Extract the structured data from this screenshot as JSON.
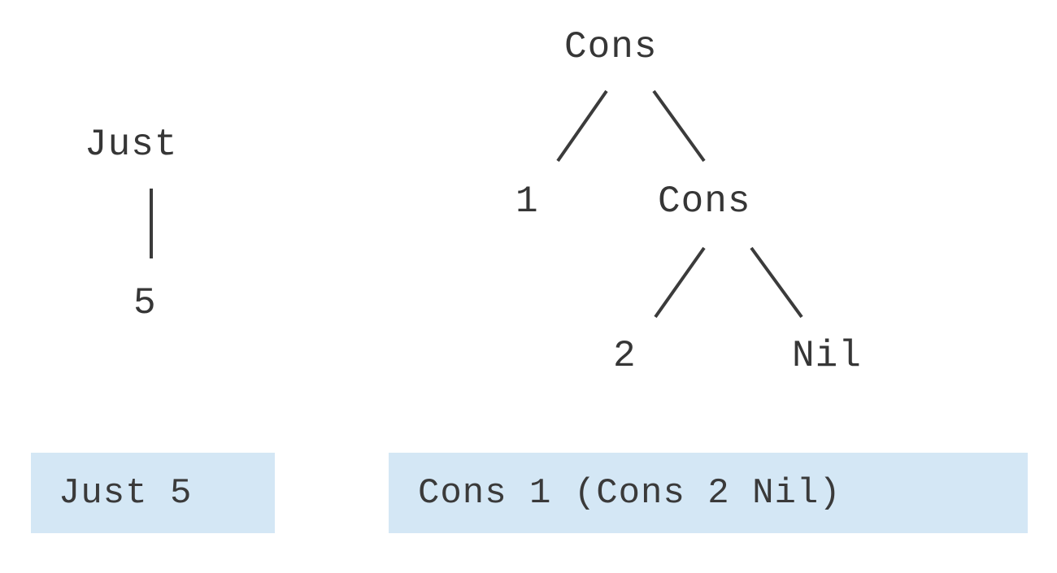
{
  "figure": {
    "background_color": "#ffffff",
    "text_color": "#363636",
    "edge_color": "#3b3b3b",
    "highlight_color": "#d4e7f5"
  },
  "trees": [
    {
      "id": "maybe-tree",
      "name": "maybe-value-tree",
      "root": "Just",
      "nodes": [
        {
          "id": "just",
          "label": "Just",
          "level": 0
        },
        {
          "id": "five",
          "label": "5",
          "level": 1
        }
      ],
      "edges": [
        {
          "from": "just",
          "to": "five",
          "style": "vertical"
        }
      ]
    },
    {
      "id": "list-tree",
      "name": "cons-list-tree",
      "root": "Cons",
      "nodes": [
        {
          "id": "cons-root",
          "label": "Cons",
          "level": 0
        },
        {
          "id": "one",
          "label": "1",
          "level": 1
        },
        {
          "id": "cons-2",
          "label": "Cons",
          "level": 1
        },
        {
          "id": "two",
          "label": "2",
          "level": 2
        },
        {
          "id": "nil",
          "label": "Nil",
          "level": 2
        }
      ],
      "edges": [
        {
          "from": "cons-root",
          "to": "one",
          "style": "slash"
        },
        {
          "from": "cons-root",
          "to": "cons-2",
          "style": "backslash"
        },
        {
          "from": "cons-2",
          "to": "two",
          "style": "slash"
        },
        {
          "from": "cons-2",
          "to": "nil",
          "style": "backslash"
        }
      ]
    }
  ],
  "code_boxes": [
    {
      "id": "maybe-expression",
      "text": "Just 5"
    },
    {
      "id": "list-expression",
      "text": "Cons 1 (Cons 2 Nil)"
    }
  ]
}
